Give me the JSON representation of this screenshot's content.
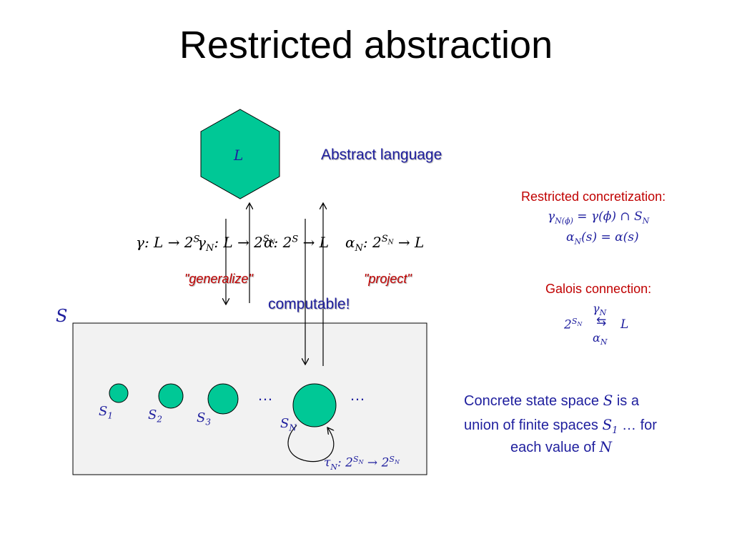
{
  "slide": {
    "title": "Restricted abstraction",
    "hexagon_label": "L",
    "abstract_language": "Abstract language",
    "maps_line": {
      "gamma": "γ: L → 2",
      "gamma_sup": "S",
      "gammaN": "γ",
      "gammaN_sub": "N",
      "gammaN_rest": ": L → 2",
      "gammaN_sup": "S",
      "gammaN_supsub": "N",
      "alpha": "α: 2",
      "alpha_sup": "S",
      "alpha_rest": " → L",
      "alphaN": "α",
      "alphaN_sub": "N",
      "alphaN_rest": ": 2",
      "alphaN_sup": "S",
      "alphaN_supsub": "N",
      "alphaN_end": " → L"
    },
    "generalize": "\"generalize\"",
    "project": "\"project\"",
    "computable": "computable!",
    "state_space_symbol": "S",
    "sets": [
      {
        "label": "S",
        "sub": "1"
      },
      {
        "label": "S",
        "sub": "2"
      },
      {
        "label": "S",
        "sub": "3"
      },
      {
        "label": "S",
        "sub": "N"
      }
    ],
    "ellipsis_left": "…",
    "ellipsis_right": "…",
    "tau": {
      "sym": "τ",
      "sub": "N",
      "rest": ": 2",
      "sup": "S",
      "supsub": "N",
      "arrow": " → 2",
      "sup2": "S",
      "supsub2": "N"
    },
    "restricted_concretization": {
      "heading": "Restricted concretization:",
      "line1_lhs": "γ",
      "line1_lhs_sub": "N(ϕ)",
      "line1_rhs": " = γ(ϕ) ∩ S",
      "line1_rhs_sub": "N",
      "line2_lhs": "α",
      "line2_lhs_sub": "N",
      "line2_rhs": "(s) = α(s)"
    },
    "galois": {
      "heading": "Galois connection:",
      "top": "γ",
      "top_sub": "N",
      "left": "2",
      "left_sup": "S",
      "left_supsub": "N",
      "arrows": "⇆",
      "right": "L",
      "bottom": "α",
      "bottom_sub": "N"
    },
    "concrete_text": {
      "line1_a": "Concrete state space ",
      "line1_sym": "S",
      "line1_b": " is a",
      "line2_a": "union of finite spaces ",
      "line2_sym": "S",
      "line2_sub": "1",
      "line2_b": " … for",
      "line3_a": "each value of ",
      "line3_sym": "N"
    },
    "colors": {
      "teal": "#00c896",
      "box_fill": "#f2f2f2",
      "blue_text": "#1f1f9e",
      "red_text": "#c00000"
    }
  }
}
